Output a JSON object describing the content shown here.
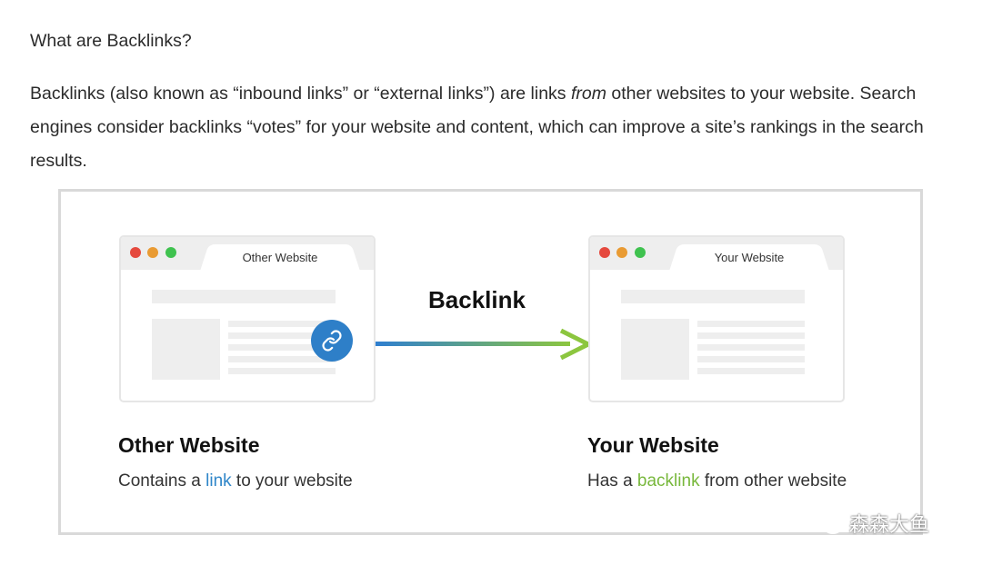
{
  "heading": "What are Backlinks?",
  "paragraph": {
    "before_em": "Backlinks (also known as “inbound links” or “external links”) are links ",
    "em": "from",
    "after_em": " other websites to your website. Search engines consider backlinks “votes” for your website and content, which can improve a site’s rankings in the search results."
  },
  "figure": {
    "left_browser": {
      "tab_title": "Other Website"
    },
    "right_browser": {
      "tab_title": "Your Website"
    },
    "arrow_label": "Backlink",
    "left_caption": {
      "title": "Other Website",
      "text_before": "Contains a ",
      "highlight": "link",
      "text_after": " to your website"
    },
    "right_caption": {
      "title": "Your Website",
      "text_before": "Has a ",
      "highlight": "backlink",
      "text_after": " from other website"
    },
    "colors": {
      "link_blue": "#2f86c9",
      "backlink_green": "#78b83c",
      "arrow_gradient_start": "#2f7fd0",
      "arrow_gradient_end": "#8cc63f",
      "dot_red": "#e5493e",
      "dot_orange": "#e99b33",
      "dot_green": "#3fc24f"
    },
    "icons": [
      "link-icon",
      "wechat-icon"
    ]
  },
  "watermark": {
    "text": "森森大鱼"
  }
}
